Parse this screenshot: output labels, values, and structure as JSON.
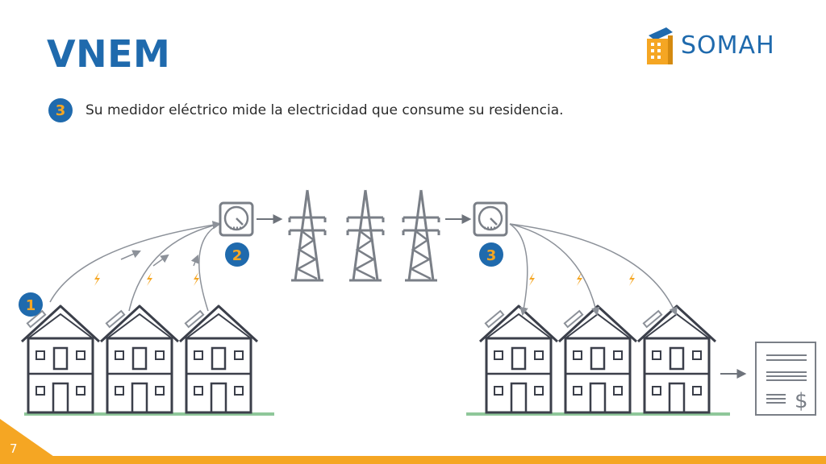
{
  "title": "VNEM",
  "step": {
    "number": "3",
    "text": "Su medidor eléctrico mide la electricidad que consume su residencia."
  },
  "logo": {
    "text": "SOMAH"
  },
  "diagram": {
    "badges": [
      "1",
      "2",
      "3"
    ],
    "bill_symbol": "$"
  },
  "page_number": "7",
  "colors": {
    "primary": "#1f6aad",
    "accent": "#f5a623",
    "stroke": "#3b3f4a",
    "grass": "#8fc79a",
    "arrow": "#8c9199"
  }
}
